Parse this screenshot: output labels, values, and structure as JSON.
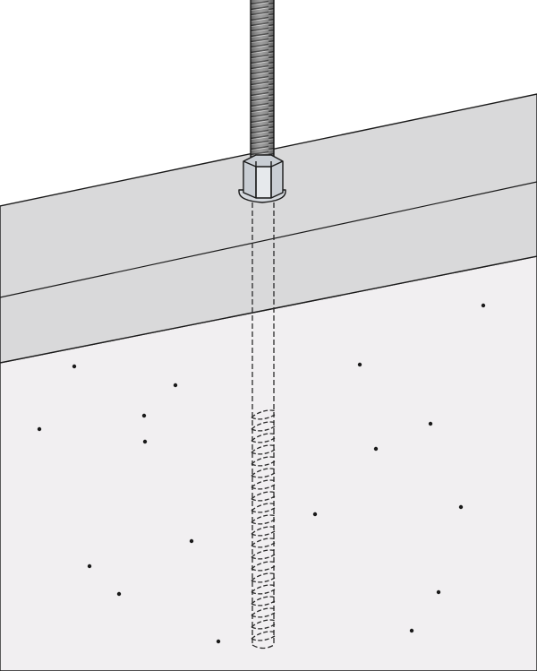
{
  "diagram": {
    "subject": "threaded-rod-anchor-in-concrete",
    "components": [
      {
        "name": "threaded-rod",
        "interactable": false
      },
      {
        "name": "hex-coupler-nut",
        "interactable": false
      },
      {
        "name": "screw-anchor",
        "interactable": false
      },
      {
        "name": "concrete-slab",
        "interactable": false
      },
      {
        "name": "concrete-deck-edge",
        "interactable": false
      }
    ],
    "colors": {
      "background": "#ffffff",
      "concrete_face": "#f1eff1",
      "slab_edge": "#d9d9da",
      "nut": "#c9ced4",
      "rod": "#9a9a9a",
      "outline": "#1a1a1a"
    },
    "labels": []
  }
}
